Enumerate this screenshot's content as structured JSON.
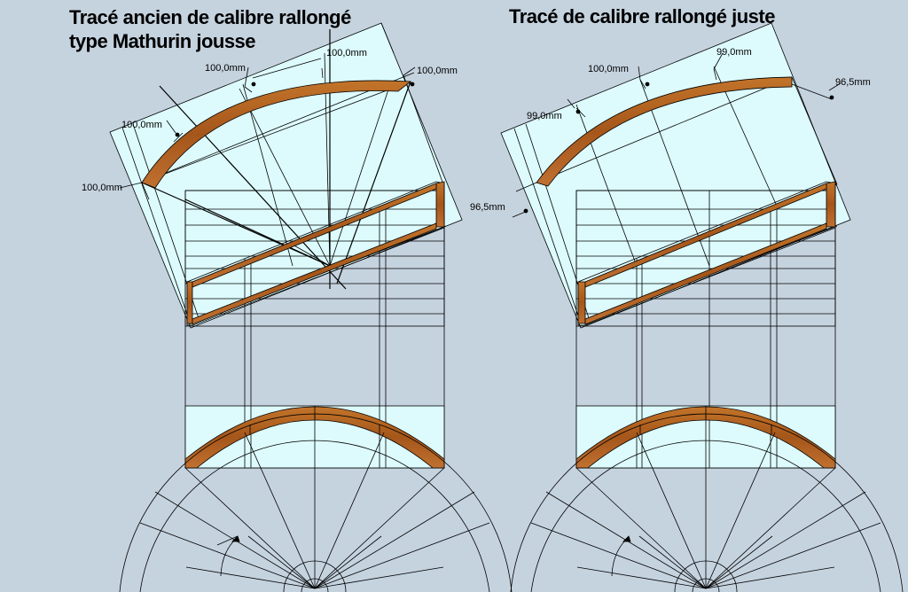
{
  "titles": {
    "left_line1": "Tracé ancien de calibre rallongé",
    "left_line2": "type Mathurin jousse",
    "right": "Tracé de calibre rallongé juste"
  },
  "left_dimensions": {
    "top_left": "100,0mm",
    "top_center": "100,0mm",
    "top_right": "100,0mm",
    "mid_left": "100,0mm",
    "side_left": "100,0mm"
  },
  "right_dimensions": {
    "top_left": "100,0mm",
    "top_right": "99,0mm",
    "side_right": "96,5mm",
    "mid_left": "99,0mm",
    "side_left": "96,5mm"
  },
  "colors": {
    "background": "#c5d3df",
    "panel": "#ddfbfd",
    "wood": "#b5651d",
    "line": "#000000"
  }
}
